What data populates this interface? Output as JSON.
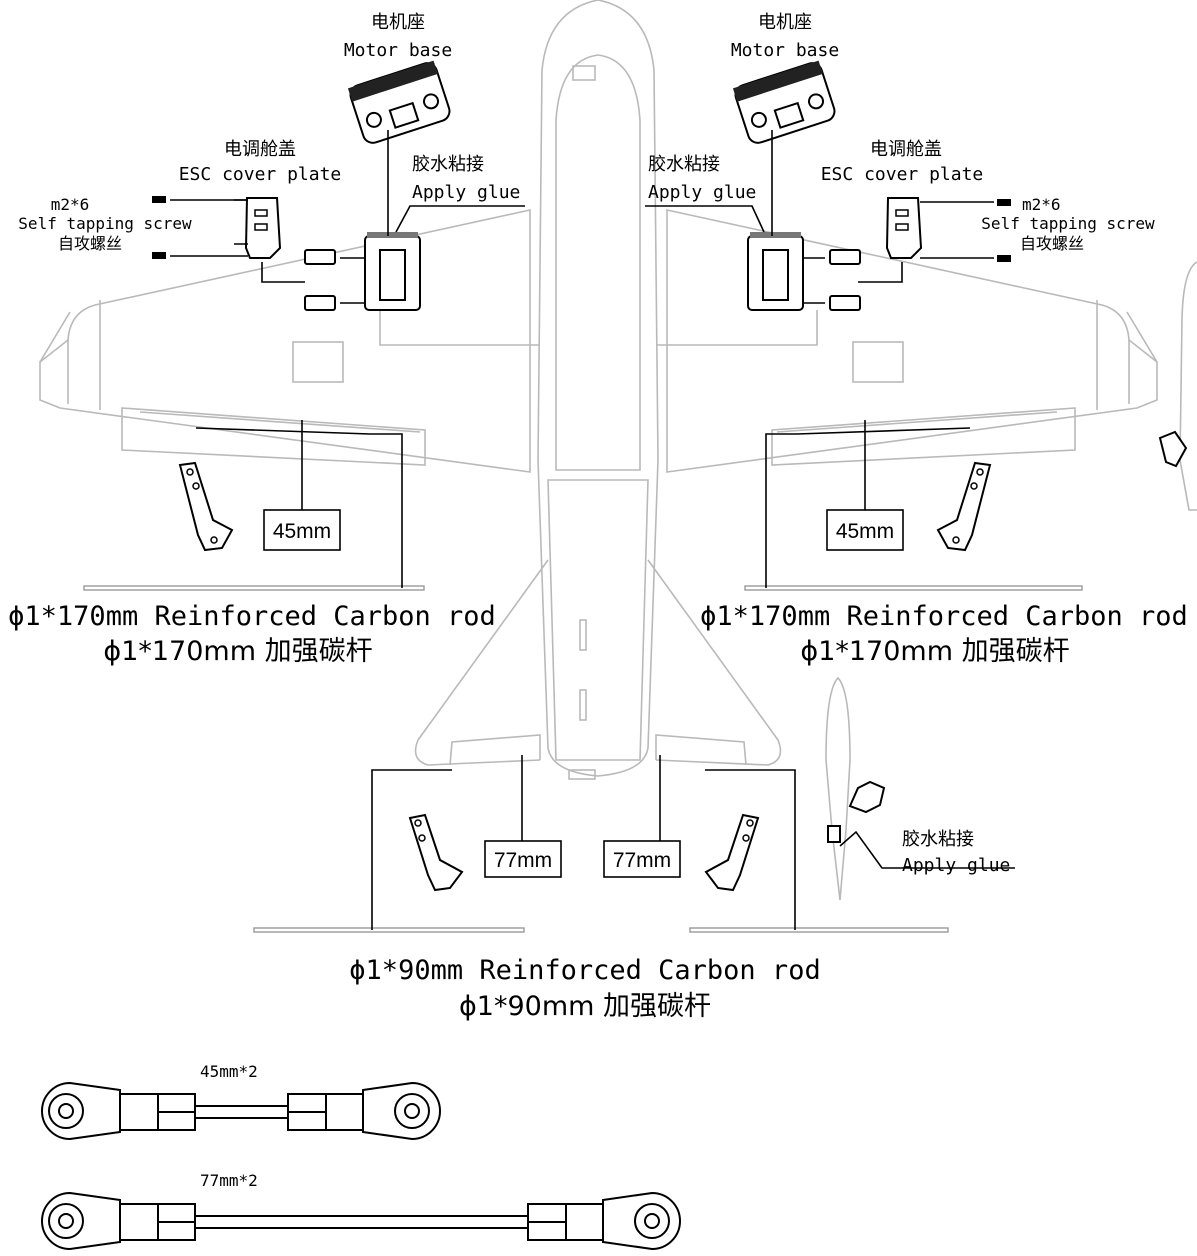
{
  "labels": {
    "motor_base_cn": "电机座",
    "motor_base_en": "Motor base",
    "esc_cover_cn": "电调舱盖",
    "esc_cover_en": "ESC cover plate",
    "screw_size": "m2*6",
    "screw_en": "Self tapping screw",
    "screw_cn": "自攻螺丝",
    "glue_cn": "胶水粘接",
    "glue_en": "Apply glue"
  },
  "dimensions": {
    "wing_pushrod": "45mm",
    "tail_pushrod": "77mm"
  },
  "rods": {
    "wing_en": "ϕ1*170mm Reinforced Carbon rod",
    "wing_cn": "ϕ1*170mm 加强碳杆",
    "tail_en": "ϕ1*90mm Reinforced Carbon rod",
    "tail_cn": "ϕ1*90mm 加强碳杆"
  },
  "linkages": {
    "short_label": "45mm*2",
    "long_label": "77mm*2"
  }
}
